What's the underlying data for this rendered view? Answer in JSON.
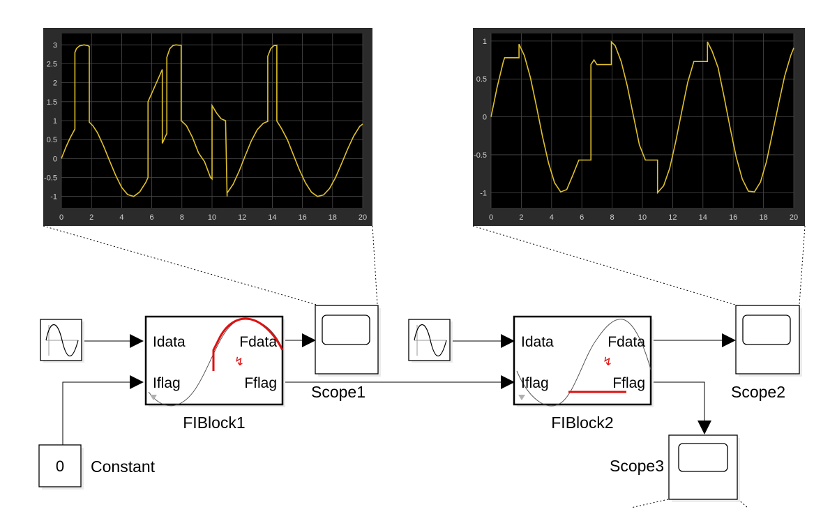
{
  "colors": {
    "scope_bg": "#000000",
    "scope_frame": "#2b2b2b",
    "grid": "#4a4a4a",
    "trace": "#e0c12a",
    "fault": "#e01010",
    "wire": "#000000"
  },
  "blocks": {
    "source1": {
      "icon": "sine-wave-icon"
    },
    "source2": {
      "icon": "sine-wave-icon"
    },
    "constant": {
      "value": "0",
      "label": "Constant"
    },
    "fiblock1": {
      "label": "FIBlock1",
      "in1": "Idata",
      "in2": "Iflag",
      "out1": "Fdata",
      "out2": "Fflag"
    },
    "fiblock2": {
      "label": "FIBlock2",
      "in1": "Idata",
      "in2": "Iflag",
      "out1": "Fdata",
      "out2": "Fflag"
    },
    "scope1": {
      "label": "Scope1"
    },
    "scope2": {
      "label": "Scope2"
    },
    "scope3": {
      "label": "Scope3"
    }
  },
  "chart_data": [
    {
      "type": "line",
      "title": "",
      "xlim": [
        0,
        20
      ],
      "ylim": [
        -1.3,
        3.3
      ],
      "x_ticks": [
        "0",
        "2",
        "4",
        "6",
        "8",
        "10",
        "12",
        "14",
        "16",
        "18",
        "20"
      ],
      "y_ticks": [
        "3",
        "2.5",
        "2",
        "1.5",
        "1",
        "0.5",
        "0",
        "-0.5",
        "-1"
      ],
      "grid": true,
      "series": [
        {
          "x": [
            0,
            0.3,
            0.6,
            0.9,
            0.9,
            1.0,
            1.2,
            1.5,
            1.75,
            1.85,
            1.85,
            2.1,
            2.4,
            2.8,
            3.2,
            3.6,
            4.0,
            4.4,
            4.8,
            5.2,
            5.6,
            5.75,
            5.75,
            6.2,
            6.7,
            6.7,
            6.9,
            7.0,
            7.0,
            7.2,
            7.4,
            7.6,
            7.8,
            7.95,
            7.95,
            8.3,
            8.7,
            9.1,
            9.5,
            9.9,
            10.0,
            10.0,
            10.3,
            10.6,
            10.9,
            11.0,
            11.0,
            11.4,
            11.8,
            12.2,
            12.6,
            13.0,
            13.4,
            13.7,
            13.7,
            13.9,
            14.1,
            14.3,
            14.3,
            14.6,
            15.0,
            15.4,
            15.8,
            16.2,
            16.6,
            17.0,
            17.4,
            17.8,
            18.2,
            18.6,
            19.0,
            19.4,
            19.8,
            20
          ],
          "y": [
            0,
            0.3,
            0.56,
            0.78,
            2.8,
            2.9,
            2.97,
            3.0,
            2.98,
            2.96,
            0.96,
            0.86,
            0.68,
            0.33,
            -0.06,
            -0.44,
            -0.76,
            -0.95,
            -1.0,
            -0.88,
            -0.63,
            -0.5,
            1.5,
            1.9,
            2.35,
            0.4,
            0.58,
            0.66,
            2.67,
            2.9,
            2.98,
            3.0,
            2.99,
            2.99,
            1.0,
            0.87,
            0.56,
            0.15,
            -0.08,
            -0.5,
            -0.54,
            1.4,
            1.2,
            1.05,
            1.0,
            -1.0,
            -0.91,
            -0.68,
            -0.33,
            0.07,
            0.46,
            0.76,
            0.93,
            0.98,
            2.7,
            2.9,
            2.98,
            2.99,
            0.99,
            0.8,
            0.5,
            0.1,
            -0.3,
            -0.64,
            -0.89,
            -1.0,
            -0.96,
            -0.79,
            -0.5,
            -0.13,
            0.25,
            0.59,
            0.85,
            0.91
          ]
        }
      ]
    },
    {
      "type": "line",
      "title": "",
      "xlim": [
        0,
        20
      ],
      "ylim": [
        -1.2,
        1.1
      ],
      "x_ticks": [
        "0",
        "2",
        "4",
        "6",
        "8",
        "10",
        "12",
        "14",
        "16",
        "18",
        "20"
      ],
      "y_ticks": [
        "1",
        "0.5",
        "0",
        "-0.5",
        "-1"
      ],
      "grid": true,
      "series": [
        {
          "x": [
            0,
            0.4,
            0.8,
            0.9,
            1.85,
            1.85,
            2.2,
            2.6,
            3.0,
            3.4,
            3.8,
            4.2,
            4.6,
            5.0,
            5.4,
            5.8,
            5.8,
            6.6,
            6.6,
            6.8,
            7.0,
            7.4,
            7.4,
            7.95,
            7.95,
            8.2,
            8.6,
            9.0,
            9.4,
            9.8,
            10.2,
            10.2,
            11.0,
            11.0,
            11.4,
            11.8,
            12.2,
            12.6,
            13.0,
            13.4,
            13.4,
            14.3,
            14.3,
            14.6,
            15.0,
            15.4,
            15.8,
            16.2,
            16.6,
            17.0,
            17.4,
            17.8,
            18.2,
            18.6,
            19.0,
            19.4,
            19.8,
            20
          ],
          "y": [
            0,
            0.39,
            0.72,
            0.78,
            0.78,
            0.96,
            0.81,
            0.52,
            0.14,
            -0.26,
            -0.61,
            -0.87,
            -0.99,
            -0.96,
            -0.77,
            -0.57,
            -0.57,
            -0.57,
            0.69,
            0.75,
            0.69,
            0.69,
            0.69,
            0.69,
            0.99,
            0.94,
            0.73,
            0.41,
            0.02,
            -0.37,
            -0.57,
            -0.57,
            -0.57,
            -1.0,
            -0.91,
            -0.68,
            -0.33,
            0.07,
            0.46,
            0.73,
            0.73,
            0.73,
            0.99,
            0.87,
            0.65,
            0.26,
            -0.15,
            -0.53,
            -0.82,
            -0.98,
            -0.99,
            -0.86,
            -0.59,
            -0.21,
            0.17,
            0.54,
            0.81,
            0.91
          ]
        }
      ]
    }
  ]
}
